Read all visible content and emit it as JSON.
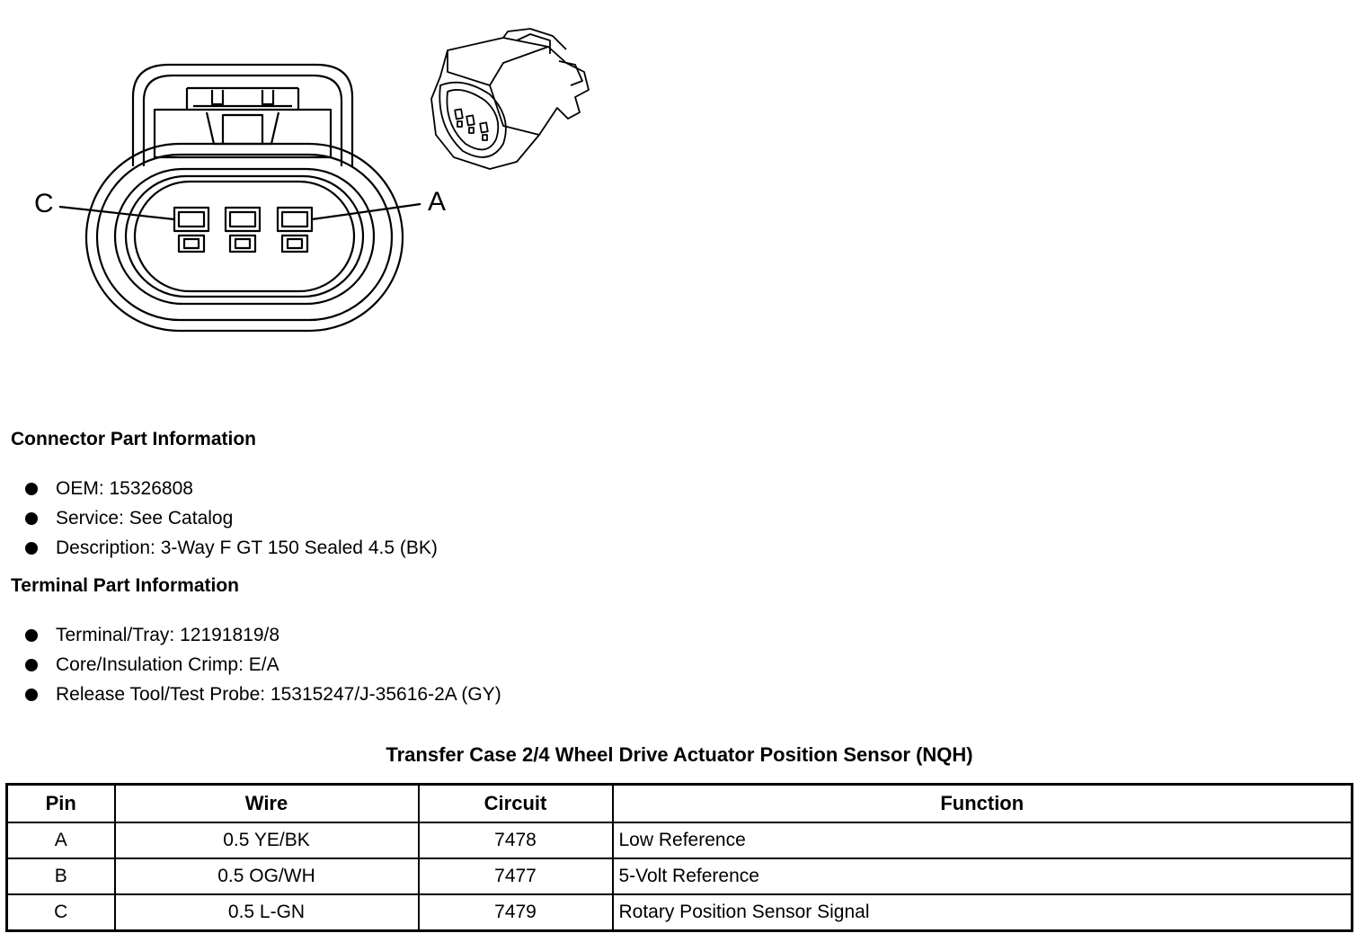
{
  "diagram": {
    "label_left": "C",
    "label_right": "A"
  },
  "connector_section": {
    "heading": "Connector Part Information",
    "items": [
      "OEM: 15326808",
      "Service: See Catalog",
      "Description: 3-Way F GT 150 Sealed 4.5 (BK)"
    ]
  },
  "terminal_section": {
    "heading": "Terminal Part Information",
    "items": [
      "Terminal/Tray: 12191819/8",
      "Core/Insulation Crimp: E/A",
      "Release Tool/Test Probe: 15315247/J-35616-2A (GY)"
    ]
  },
  "table": {
    "title": "Transfer Case 2/4 Wheel Drive Actuator Position Sensor (NQH)",
    "headers": [
      "Pin",
      "Wire",
      "Circuit",
      "Function"
    ],
    "rows": [
      [
        "A",
        "0.5 YE/BK",
        "7478",
        "Low Reference"
      ],
      [
        "B",
        "0.5 OG/WH",
        "7477",
        "5-Volt Reference"
      ],
      [
        "C",
        "0.5 L-GN",
        "7479",
        "Rotary Position Sensor Signal"
      ]
    ]
  }
}
